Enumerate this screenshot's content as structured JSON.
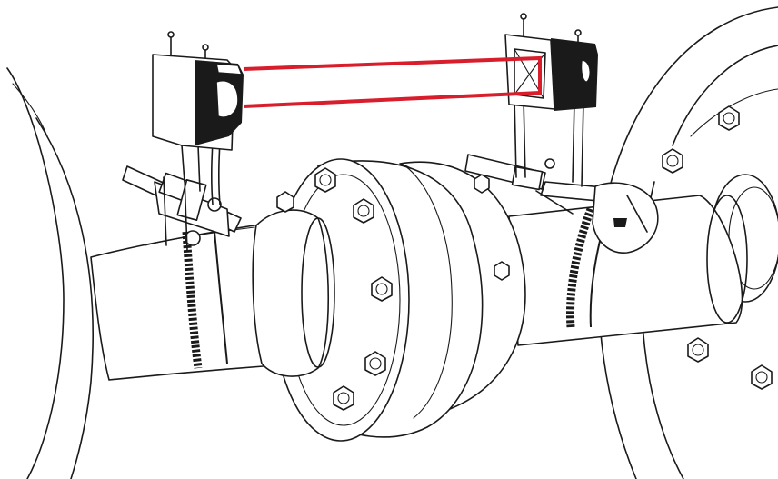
{
  "colors": {
    "ink": "#1a1a1a",
    "laser": "#d81e2c",
    "unit_body": "#1a1a1a",
    "paper": "#ffffff"
  },
  "icons": {
    "laser_emitter": "laser-emitter-unit",
    "detector": "detector-unit",
    "chain_clamp": "chain-clamp",
    "coupling": "flange-coupling",
    "bolt": "hex-bolt"
  }
}
